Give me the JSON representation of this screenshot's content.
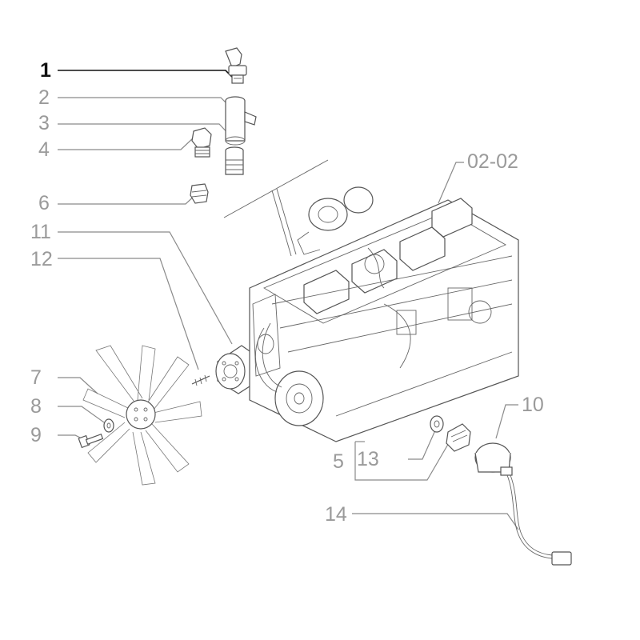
{
  "labels": {
    "l1": "1",
    "l2": "2",
    "l3": "3",
    "l4": "4",
    "l5": "5",
    "l6": "6",
    "l7": "7",
    "l8": "8",
    "l9": "9",
    "l10": "10",
    "l11": "11",
    "l12": "12",
    "l13": "13",
    "l14": "14",
    "ref": "02-02"
  },
  "colors": {
    "highlight_label": "#111111",
    "label": "#9a9a9a",
    "line": "#555555"
  }
}
